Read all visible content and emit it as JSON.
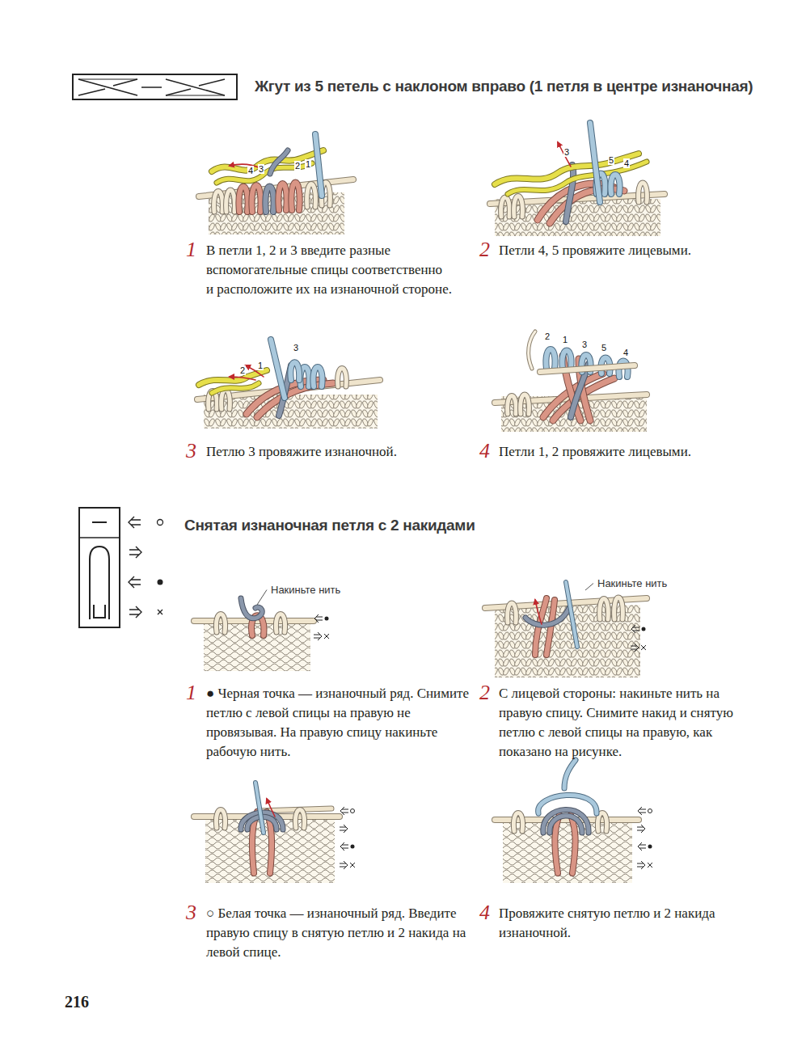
{
  "diagram": {
    "title": "Жгут из 5 петель с наклоном вправо (1 петля в центре изнаночная)",
    "labels": [
      "1",
      "В петли 1, 2 и 3 введите разные вспомогательные спицы соответственно и расположите их на изнаночной стороне.",
      "2",
      "Петли 4, 5 провяжите лицевыми.",
      "3",
      "Петлю 3 провяжите изнаночной.",
      "4",
      "Петли 1, 2 провяжите лицевыми.",
      "Снятая изнаночная петля с 2 накидами",
      "1",
      "● Черная точка — изнаночный ряд. Снимите петлю с левой спицы на правую не провязывая. На правую спицу накиньте рабочую нить.",
      "2",
      "С лицевой стороны: накиньте нить на правую спицу. Снимите накид и снятую петлю с левой спицы на правую, как показано на рисунке.",
      "3",
      "○ Белая точка — изнаночный ряд. Введите правую спицу в снятую петлю и 2 накида на левой спице.",
      "4",
      "Провяжите снятую петлю и 2 накида изнаночной.",
      "Накиньте нить",
      "Накиньте нить",
      "4",
      "3",
      "2",
      "1",
      "3",
      "5",
      "4",
      "2",
      "1",
      "3",
      "2",
      "1",
      "3",
      "5",
      "4",
      "216"
    ]
  }
}
